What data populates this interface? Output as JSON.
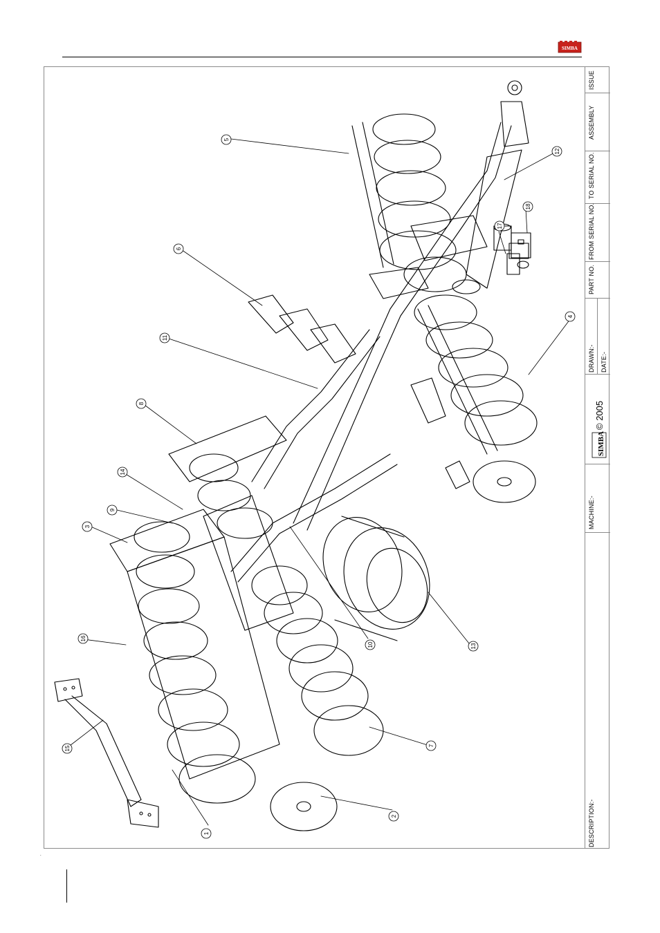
{
  "logo": {
    "text": "SIMBA",
    "color": "#c8221c"
  },
  "title_block": {
    "issue_label": "ISSUE",
    "assembly_label": "ASSEMBLY",
    "to_serial_label": "TO SERIAL NO.",
    "from_serial_label": "FROM SERIAL NO.",
    "part_no_label": "PART NO.",
    "drawn_label": "DRAWN:-",
    "date_label": "DATE:-",
    "brand": "SIMBA",
    "copyright": "© 2005",
    "machine_label": "MACHINE:-",
    "description_label": "DESCRIPTION:-"
  },
  "callouts": [
    "1",
    "2",
    "3",
    "4",
    "5",
    "6",
    "7",
    "8",
    "9",
    "10",
    "11",
    "12",
    "13",
    "14",
    "15",
    "16",
    "17",
    "18"
  ],
  "colors": {
    "line": "#000000",
    "frame": "#8a8a8a",
    "accent": "#c8221c"
  }
}
